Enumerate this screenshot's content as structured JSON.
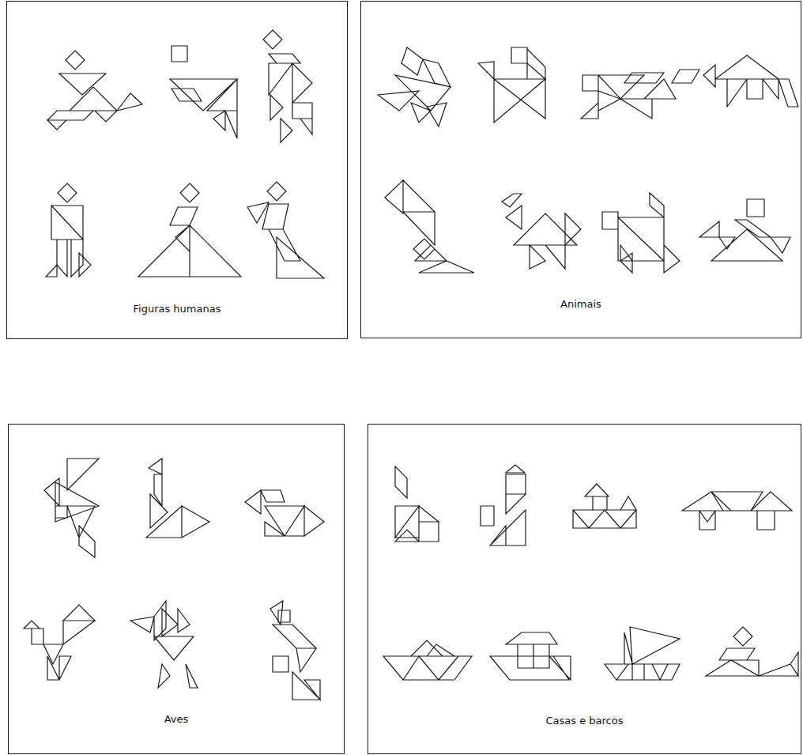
{
  "diagram": {
    "nodes": [
      {
        "text": [
          "Figuras humanas"
        ]
      },
      {
        "text": [
          "Animais"
        ]
      },
      {
        "text": [
          "Aves"
        ]
      },
      {
        "text": [
          "Casas e barcos"
        ]
      }
    ]
  }
}
